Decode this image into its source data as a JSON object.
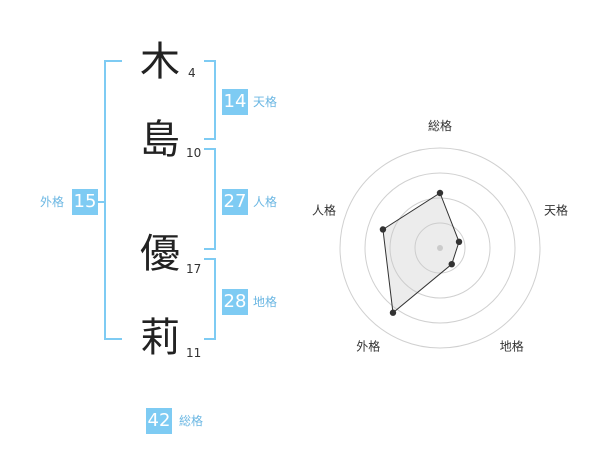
{
  "name_chars": [
    {
      "char": "木",
      "strokes": "4"
    },
    {
      "char": "島",
      "strokes": "10"
    },
    {
      "char": "優",
      "strokes": "17"
    },
    {
      "char": "莉",
      "strokes": "11"
    }
  ],
  "kaku": {
    "ten": {
      "value": "14",
      "label": "天格"
    },
    "jin": {
      "value": "27",
      "label": "人格"
    },
    "chi": {
      "value": "28",
      "label": "地格"
    },
    "gai": {
      "value": "15",
      "label": "外格"
    },
    "sou": {
      "value": "42",
      "label": "総格"
    }
  },
  "colors": {
    "accent": "#7ecbf3",
    "accent_text": "#6bb7e3"
  },
  "chart_data": {
    "type": "radar",
    "axes": [
      "総格",
      "天格",
      "地格",
      "外格",
      "人格"
    ],
    "values": [
      0.55,
      0.2,
      0.2,
      0.8,
      0.6
    ],
    "rings": 4
  }
}
